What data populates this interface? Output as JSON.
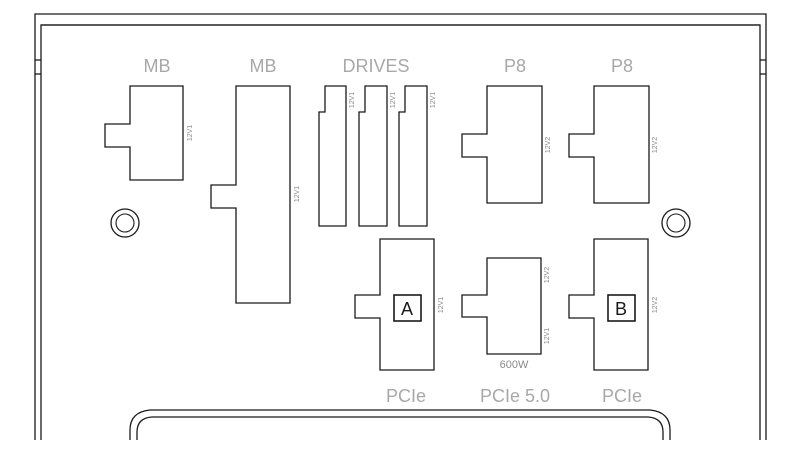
{
  "labels": {
    "mb_left": "MB",
    "mb_center": "MB",
    "drives": "DRIVES",
    "p8_left": "P8",
    "p8_right": "P8",
    "pcie_a": "PCIe",
    "pcie_5": "PCIe 5.0",
    "pcie_b": "PCIe"
  },
  "rails": {
    "mb_left": "12V1",
    "mb_center": "12V1",
    "drive_1": "12V1",
    "drive_2": "12V1",
    "drive_3": "12V1",
    "p8_left": "12V2",
    "p8_right": "12V2",
    "pcie_a": "12V1",
    "pcie5_top": "12V2",
    "pcie5_bottom": "12V1",
    "pcie_b": "12V2"
  },
  "pcie5_wattage": "600W",
  "badges": {
    "a": "A",
    "b": "B"
  }
}
